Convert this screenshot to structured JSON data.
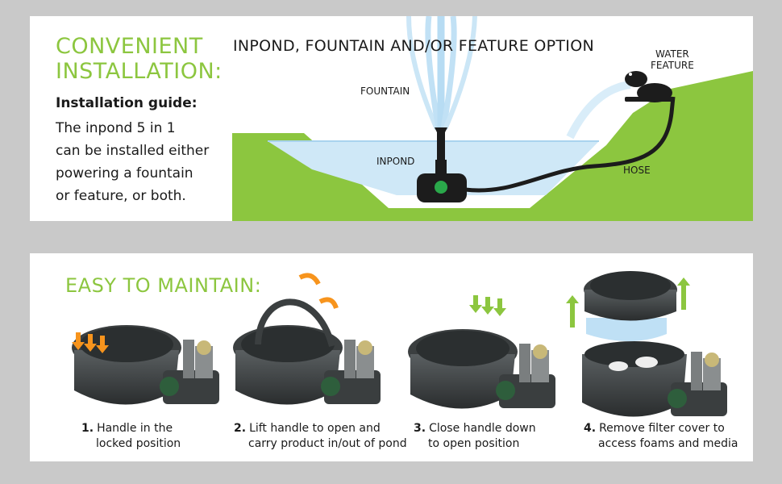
{
  "installation": {
    "title_line1": "CONVENIENT",
    "title_line2": "INSTALLATION:",
    "guide_heading": "Installation guide:",
    "guide_lines": [
      "The inpond 5 in 1",
      "can be installed either",
      "powering a fountain",
      "or feature, or both."
    ],
    "diagram_title": "INPOND, FOUNTAIN AND/OR FEATURE OPTION",
    "labels": {
      "fountain": "FOUNTAIN",
      "inpond": "INPOND",
      "water_feature_line1": "WATER",
      "water_feature_line2": "FEATURE",
      "hose": "HOSE"
    }
  },
  "maintenance": {
    "title": "EASY TO MAINTAIN:",
    "steps": [
      {
        "num": "1.",
        "line1": "Handle in the",
        "line2": "locked position"
      },
      {
        "num": "2.",
        "line1": "Lift handle to open and",
        "line2": "carry product in/out of pond"
      },
      {
        "num": "3.",
        "line1": "Close handle down",
        "line2": "to open position"
      },
      {
        "num": "4.",
        "line1": "Remove filter cover to",
        "line2": "access foams and media"
      }
    ]
  },
  "colors": {
    "brand_green": "#8cc63f",
    "background": "#c9c9c9",
    "arrow_orange": "#f7941d",
    "water_blue": "#cfe8f7"
  },
  "icons": [
    "pond-diagram",
    "fountain-spray",
    "frog-statue",
    "pump-unit",
    "down-arrows",
    "up-arrows",
    "curved-arrows"
  ]
}
